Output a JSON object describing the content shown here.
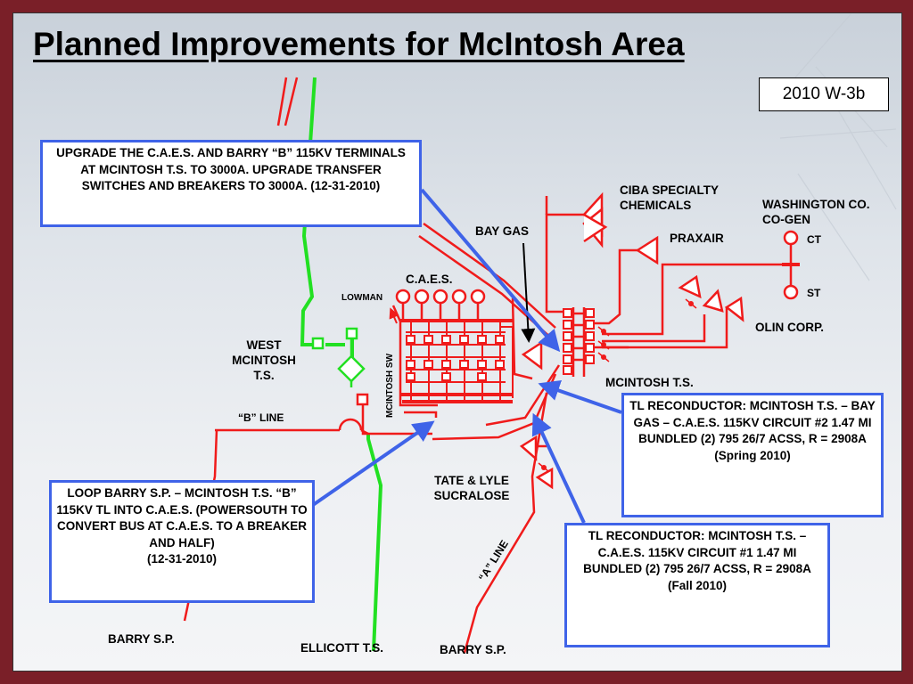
{
  "title": "Planned Improvements for McIntosh Area",
  "tag": "2010 W-3b",
  "callouts": {
    "upgrade_caes": "UPGRADE THE C.A.E.S. AND BARRY “B” 115KV TERMINALS AT MCINTOSH T.S. TO 3000A. UPGRADE TRANSFER SWITCHES AND BREAKERS TO 3000A. (12-31-2010)",
    "loop_barry": "LOOP BARRY S.P. – MCINTOSH T.S. “B” 115KV TL INTO C.A.E.S. (POWERSOUTH TO CONVERT BUS AT C.A.E.S. TO A BREAKER AND HALF)\n(12-31-2010)",
    "tl_circuit2": "TL RECONDUCTOR:   MCINTOSH T.S. – BAY GAS – C.A.E.S. 115KV CIRCUIT #2                   1.47 MI BUNDLED (2) 795 26/7 ACSS, R = 2908A\n(Spring 2010)",
    "tl_circuit1": "TL RECONDUCTOR:   MCINTOSH T.S. – C.A.E.S. 115KV CIRCUIT #1 1.47 MI BUNDLED (2) 795 26/7 ACSS, R = 2908A\n(Fall 2010)"
  },
  "labels": {
    "ciba": "CIBA SPECIALTY\nCHEMICALS",
    "washington": "WASHINGTON CO.\nCO-GEN",
    "ct": "CT",
    "st": "ST",
    "bay_gas": "BAY  GAS",
    "praxair": "PRAXAIR",
    "caes": "C.A.E.S.",
    "lowman": "LOWMAN",
    "olin": "OLIN CORP.",
    "west_mcintosh": "WEST\nMCINTOSH\nT.S.",
    "mcintosh_sw": "MCINTOSH SW",
    "mcintosh_ts": "MCINTOSH T.S.",
    "b_line": "“B” LINE",
    "tate_lyle": "TATE & LYLE\nSUCRALOSE",
    "a_line": "“A” LINE",
    "barry_sp_left": "BARRY S.P.",
    "ellicott": "ELLICOTT T.S.",
    "barry_sp_bottom": "BARRY S.P."
  },
  "colors": {
    "line_red": "#f01b1b",
    "line_green": "#22e022",
    "arrow_blue": "#3f63e8",
    "frame": "#7a1f28"
  }
}
